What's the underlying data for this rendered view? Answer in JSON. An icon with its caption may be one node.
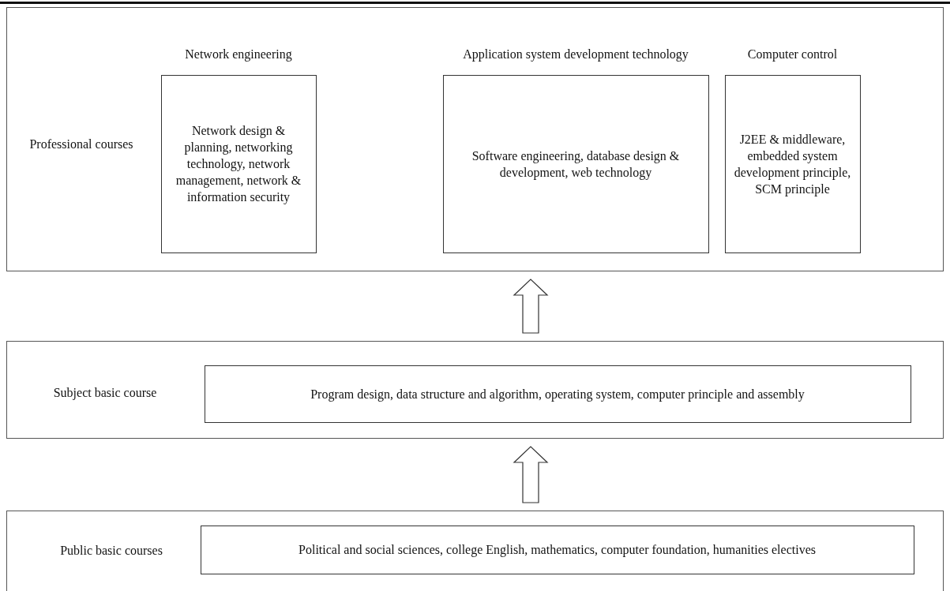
{
  "diagram": {
    "nodes": [
      {
        "text": [
          "Professional courses"
        ]
      },
      {
        "text": [
          "Network engineering",
          "Network design & planning, networking technology, network management, network & information security"
        ],
        "in": 0
      },
      {
        "text": [
          "Application system development technology",
          "Software engineering, database design & development, web technology"
        ],
        "in": 0
      },
      {
        "text": [
          "Computer control",
          "J2EE & middleware, embedded system development principle, SCM principle"
        ],
        "in": 0
      },
      {
        "text": [
          "Subject basic course"
        ]
      },
      {
        "text": [
          "Program design, data structure and algorithm, operating system, computer principle and assembly"
        ],
        "in": 4
      },
      {
        "text": [
          "Public basic courses"
        ]
      },
      {
        "text": [
          "Political and social sciences, college English, mathematics, computer foundation, humanities electives"
        ],
        "in": 6
      }
    ],
    "edges": [
      {
        "from": 4,
        "to": 0,
        "arrow": "to"
      },
      {
        "from": 6,
        "to": 4,
        "arrow": "to"
      }
    ]
  }
}
